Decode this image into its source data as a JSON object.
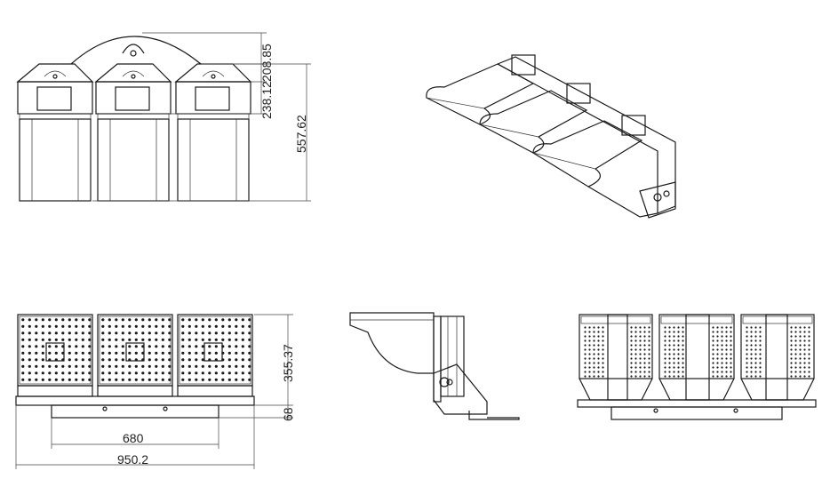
{
  "dimensions": {
    "arc_height": "208.85",
    "top_height": "238.12",
    "side_height": "557.62",
    "front_height": "355.37",
    "bracket_height": "68",
    "bracket_width": "680",
    "total_width": "950.2"
  }
}
